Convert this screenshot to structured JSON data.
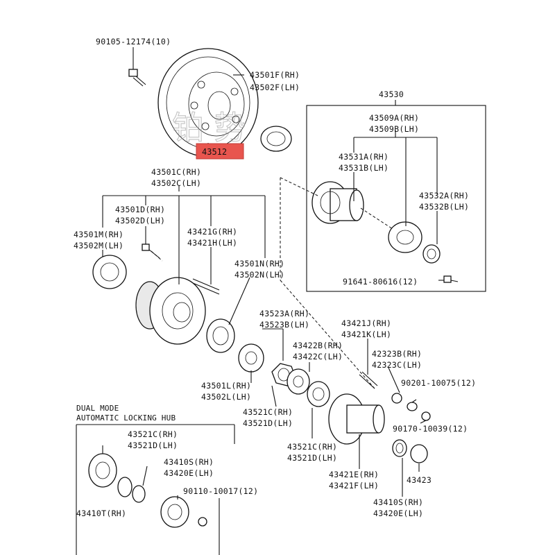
{
  "labels": {
    "p90105": "90105-12174(10)",
    "p43501F": "43501F(RH)",
    "p43502F": "43502F(LH)",
    "p43512": "43512",
    "p43530": "43530",
    "p43509A": "43509A(RH)",
    "p43509B": "43509B(LH)",
    "p43531A": "43531A(RH)",
    "p43531B": "43531B(LH)",
    "p43532A": "43532A(RH)",
    "p43532B": "43532B(LH)",
    "p91641": "91641-80616(12)",
    "p43501C": "43501C(RH)",
    "p43502C": "43502C(LH)",
    "p43501D": "43501D(RH)",
    "p43502D": "43502D(LH)",
    "p43421G": "43421G(RH)",
    "p43421H": "43421H(LH)",
    "p43501M": "43501M(RH)",
    "p43502M": "43502M(LH)",
    "p43501N": "43501N(RH)",
    "p43502N": "43502N(LH)",
    "p43523A": "43523A(RH)",
    "p43523B": "43523B(LH)",
    "p43421J": "43421J(RH)",
    "p43421K": "43421K(LH)",
    "p43422B": "43422B(RH)",
    "p43422C": "43422C(LH)",
    "p42323B": "42323B(RH)",
    "p42323C": "42323C(LH)",
    "p90201": "90201-10075(12)",
    "p43501L": "43501L(RH)",
    "p43502L": "43502L(LH)",
    "p43521C_a": "43521C(RH)",
    "p43521D_a": "43521D(LH)",
    "p90170": "90170-10039(12)",
    "p43521C_b": "43521C(RH)",
    "p43521D_b": "43521D(LH)",
    "p43423": "43423",
    "p43421E": "43421E(RH)",
    "p43421F": "43421F(LH)",
    "p43410S_b": "43410S(RH)",
    "p43420E_b": "43420E(LH)",
    "p43521C_c": "43521C(RH)",
    "p43521D_c": "43521D(LH)",
    "p43410S_a": "43410S(RH)",
    "p43420E_a": "43420E(LH)",
    "p90110": "90110-10017(12)",
    "p43410T": "43410T(RH)"
  },
  "section": {
    "line1": "DUAL MODE",
    "line2": "AUTOMATIC LOCKING HUB"
  },
  "highlight_color": "#e8554e",
  "watermark": "铂 势"
}
